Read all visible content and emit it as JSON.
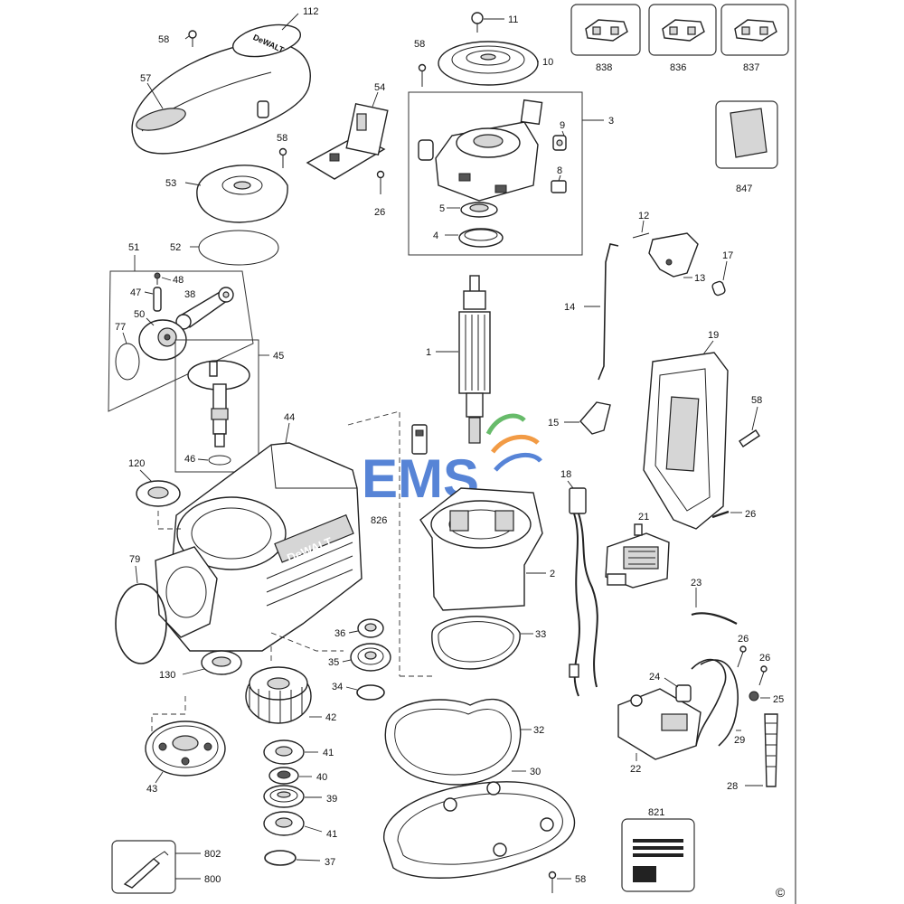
{
  "labels": {
    "p112": "112",
    "p58a": "58",
    "p57": "57",
    "p11": "11",
    "p58b": "58",
    "p10": "10",
    "p838": "838",
    "p836": "836",
    "p837": "837",
    "p54": "54",
    "p3": "3",
    "p9": "9",
    "p58c": "58",
    "p53": "53",
    "p26a": "26",
    "p8": "8",
    "p847": "847",
    "p5": "5",
    "p4": "4",
    "p52": "52",
    "p51": "51",
    "p12": "12",
    "p48": "48",
    "p17": "17",
    "p47": "47",
    "p38": "38",
    "p13": "13",
    "p77": "77",
    "p50": "50",
    "p14": "14",
    "p1": "1",
    "p45": "45",
    "p19": "19",
    "p58d": "58",
    "p15": "15",
    "p46": "46",
    "p44": "44",
    "p120": "120",
    "p18": "18",
    "p26b": "26",
    "p826": "826",
    "p21": "21",
    "p79": "79",
    "p2": "2",
    "p23": "23",
    "p36": "36",
    "p33": "33",
    "p35": "35",
    "p26c": "26",
    "p26d": "26",
    "p130": "130",
    "p24": "24",
    "p34": "34",
    "p25": "25",
    "p42": "42",
    "p32": "32",
    "p41a": "41",
    "p29": "29",
    "p22": "22",
    "p40": "40",
    "p43": "43",
    "p30": "30",
    "p28": "28",
    "p39": "39",
    "p41b": "41",
    "p821": "821",
    "p802": "802",
    "p800": "800",
    "p37": "37",
    "p58e": "58"
  },
  "watermark": "EMS",
  "brand_text": "DeWALT",
  "copyright": "©",
  "colors": {
    "watermark_blue": "#3a6fd0",
    "watermark_green": "#4caf50",
    "watermark_orange": "#f08a24"
  }
}
